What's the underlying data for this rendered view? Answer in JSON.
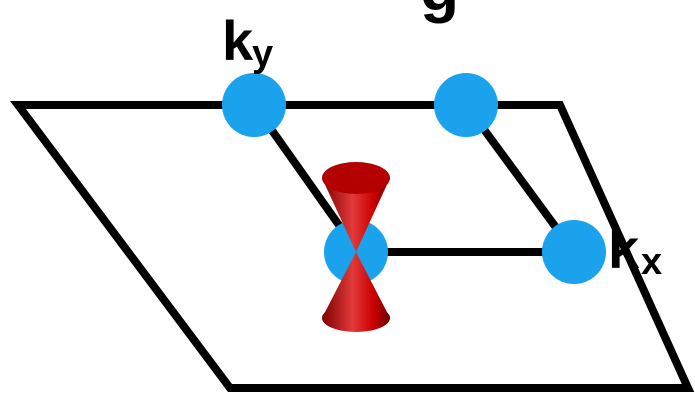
{
  "diagram": {
    "labels": {
      "ky_main": "k",
      "ky_sub": "y",
      "kx_main": "k",
      "kx_sub": "x",
      "top_partial": "g"
    },
    "colors": {
      "background": "#ffffff",
      "outline": "#000000",
      "node_fill": "#1aa3ec",
      "cone_fill": "#cc0000",
      "cone_dark": "#7f0000",
      "cone_light": "#e23a3a"
    },
    "nodes": [
      {
        "id": "node-ky"
      },
      {
        "id": "node-top-right"
      },
      {
        "id": "node-kx"
      },
      {
        "id": "node-center"
      }
    ],
    "cone": {
      "shape": "double-cone",
      "orientation": "vertical"
    }
  }
}
